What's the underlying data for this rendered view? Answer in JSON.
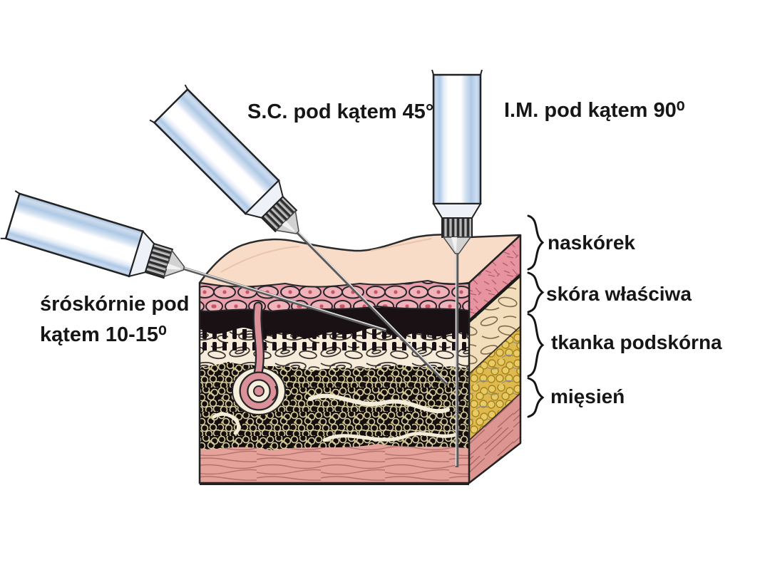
{
  "injections": {
    "sc": "S.C. pod kątem 45°",
    "im": "I.M. pod kątem 90⁰",
    "id_line1": "śróskórnie pod",
    "id_line2": "kątem 10-15⁰"
  },
  "skin_layers": [
    {
      "label": "naskórek"
    },
    {
      "label": "skóra właściwa"
    },
    {
      "label": "tkanka podskórna"
    },
    {
      "label": "mięsień"
    }
  ],
  "colors": {
    "skin_surface": "#f8dcc7",
    "epidermis_cells": "#eda5ae",
    "dermis_cream": "#f6ecd9",
    "subcutaneous_fat_front": "#140f0c",
    "subcutaneous_fat_side": "#dfb94e",
    "muscle_pink": "#e5a29b",
    "syringe_blue": "#aec9e6",
    "outline": "#222222",
    "text": "#161616"
  }
}
